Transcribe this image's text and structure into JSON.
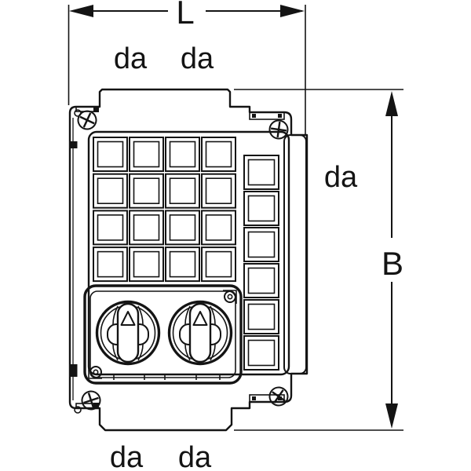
{
  "drawing": {
    "type": "technical-dimension-drawing",
    "background": "#ffffff",
    "line_color": "#141414",
    "labels": {
      "dim_width": "L",
      "dim_height": "B",
      "da_top_left": "da",
      "da_top_right": "da",
      "da_right": "da",
      "da_bottom_left": "da",
      "da_bottom_right": "da"
    },
    "features": {
      "keypad_knockout_rows": 4,
      "keypad_knockout_cols": 4,
      "side_knockout_count": 6,
      "valve_handle_count": 2,
      "corner_screw_count": 4,
      "panel_tick_count": 5
    }
  }
}
